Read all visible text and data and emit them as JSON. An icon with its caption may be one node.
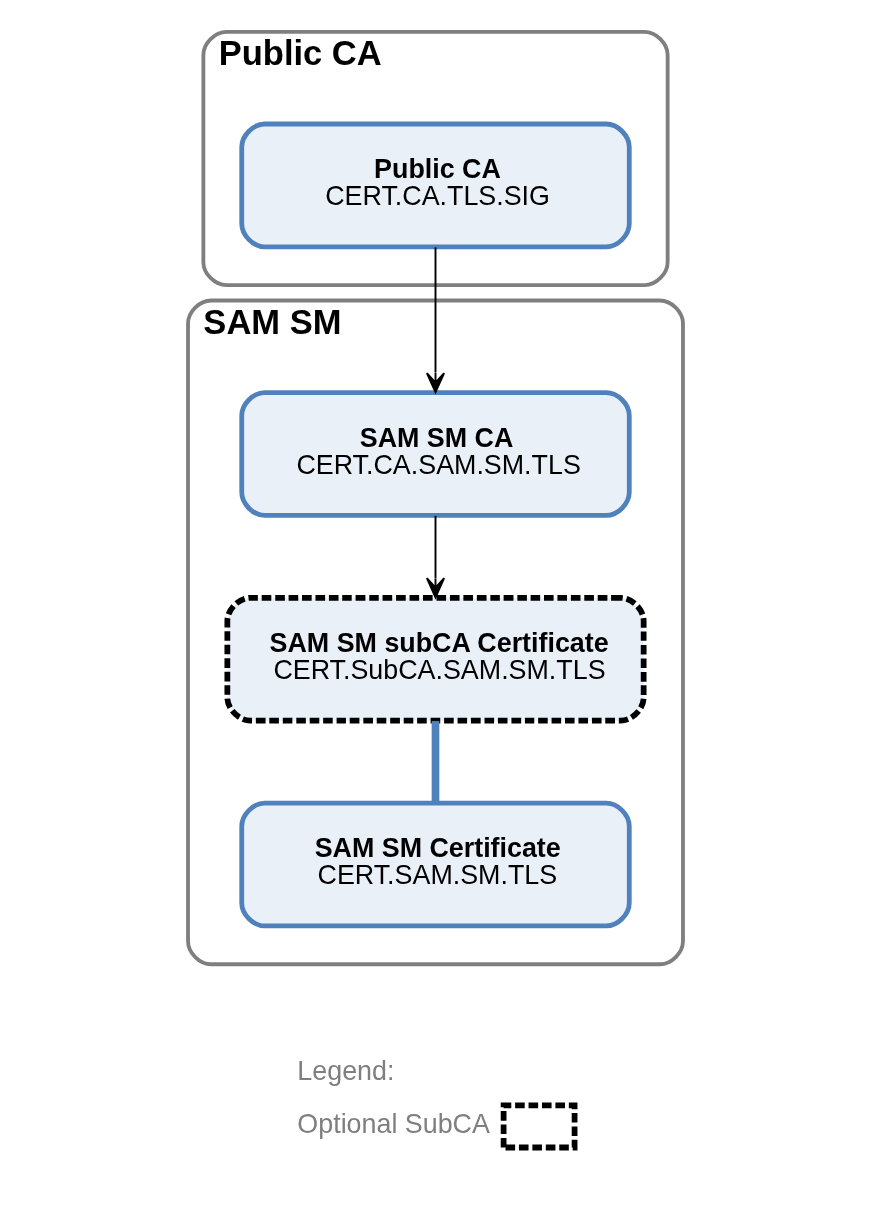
{
  "diagram": {
    "nodes": [
      {
        "text": [
          "Public CA"
        ]
      },
      {
        "text": [
          "Public CA",
          "CERT.CA.TLS.SIG"
        ],
        "in": 0
      },
      {
        "text": [
          "SAM SM"
        ]
      },
      {
        "text": [
          "SAM SM CA",
          "CERT.CA.SAM.SM.TLS"
        ],
        "in": 2
      },
      {
        "text": [
          "SAM SM subCA Certificate",
          "CERT.SubCA.SAM.SM.TLS"
        ],
        "in": 2
      },
      {
        "text": [
          "SAM SM Certificate",
          "CERT.SAM.SM.TLS"
        ],
        "in": 2
      }
    ],
    "edges": [
      {
        "from": 1,
        "to": 3,
        "arrow": "to"
      },
      {
        "from": 3,
        "to": 4,
        "arrow": "to"
      },
      {
        "from": 4,
        "to": 5,
        "arrow": "none",
        "style": "thick",
        "color": "#4f81bd"
      }
    ],
    "labels": [
      "Legend:"
    ],
    "legend": [
      {
        "text": "Optional SubCA"
      }
    ]
  }
}
